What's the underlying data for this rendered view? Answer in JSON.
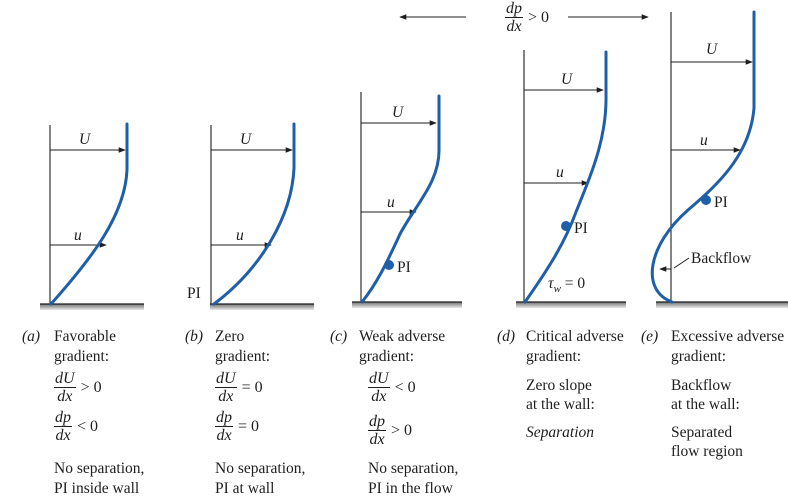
{
  "colors": {
    "profile": "#1f5fa8",
    "ink": "#1e1e1e",
    "ground": "#8a8a8a"
  },
  "header": {
    "frac_num": "dp",
    "frac_den": "dx",
    "relation": "> 0"
  },
  "symbols": {
    "U": "U",
    "u": "u",
    "PI": "PI",
    "backflow": "Backflow",
    "tau": "τ",
    "tau_sub": "w",
    "tau_rel": "= 0"
  },
  "panels": [
    {
      "letter": "(a)",
      "title": [
        "Favorable",
        "gradient:"
      ],
      "eq1": {
        "num": "dU",
        "den": "dx",
        "rel": "> 0"
      },
      "eq2": {
        "num": "dp",
        "den": "dx",
        "rel": "< 0"
      },
      "notes": [
        "No separation,",
        "PI inside wall"
      ]
    },
    {
      "letter": "(b)",
      "title": [
        "Zero",
        "gradient:"
      ],
      "eq1": {
        "num": "dU",
        "den": "dx",
        "rel": "= 0"
      },
      "eq2": {
        "num": "dp",
        "den": "dx",
        "rel": "= 0"
      },
      "notes": [
        "No separation,",
        "PI at wall"
      ]
    },
    {
      "letter": "(c)",
      "title": [
        "Weak adverse",
        "gradient:"
      ],
      "eq1": {
        "num": "dU",
        "den": "dx",
        "rel": "< 0"
      },
      "eq2": {
        "num": "dp",
        "den": "dx",
        "rel": "> 0"
      },
      "notes": [
        "No separation,",
        "PI in the flow"
      ]
    },
    {
      "letter": "(d)",
      "title": [
        "Critical adverse",
        "gradient:"
      ],
      "notes": [
        "Zero slope",
        "at the wall:"
      ],
      "emph": "Separation"
    },
    {
      "letter": "(e)",
      "title": [
        "Excessive adverse",
        "gradient:"
      ],
      "notes": [
        "Backflow",
        "at the wall:"
      ],
      "notes2": [
        "Separated",
        "flow region"
      ]
    }
  ]
}
